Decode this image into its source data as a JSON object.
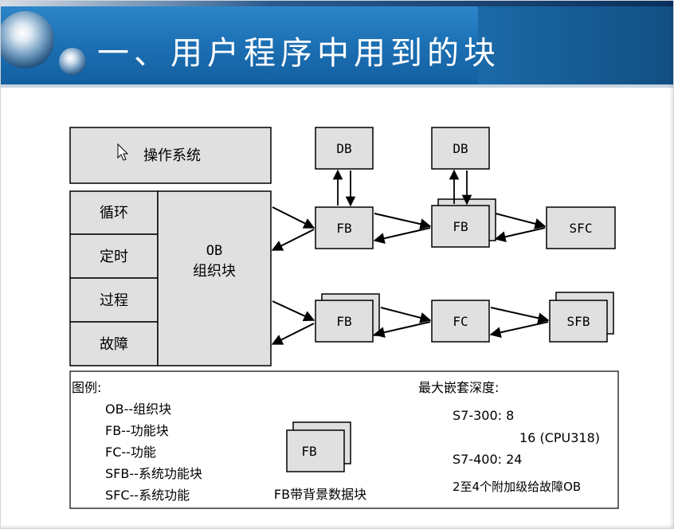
{
  "title": "一、用户程序中用到的块",
  "diagram": {
    "os_label": "操作系统",
    "event_items": [
      "循环",
      "定时",
      "过程",
      "故障"
    ],
    "ob_line1": "OB",
    "ob_line2": "组织块",
    "db_label": "DB",
    "fb_label": "FB",
    "fc_label": "FC",
    "sfc_label": "SFC",
    "sfb_label": "SFB"
  },
  "legend": {
    "heading": "图例:",
    "items": [
      "OB--组织块",
      "FB--功能块",
      "FC--功能",
      "SFB--系统功能块",
      "SFC--系统功能"
    ],
    "fb_icon_label": "FB",
    "fb_caption": "FB带背景数据块",
    "depth_heading": "最大嵌套深度:",
    "s7_300": "S7-300: 8",
    "cpu318": "16 (CPU318)",
    "s7_400": "S7-400: 24",
    "note": "2至4个附加级给故障OB"
  }
}
